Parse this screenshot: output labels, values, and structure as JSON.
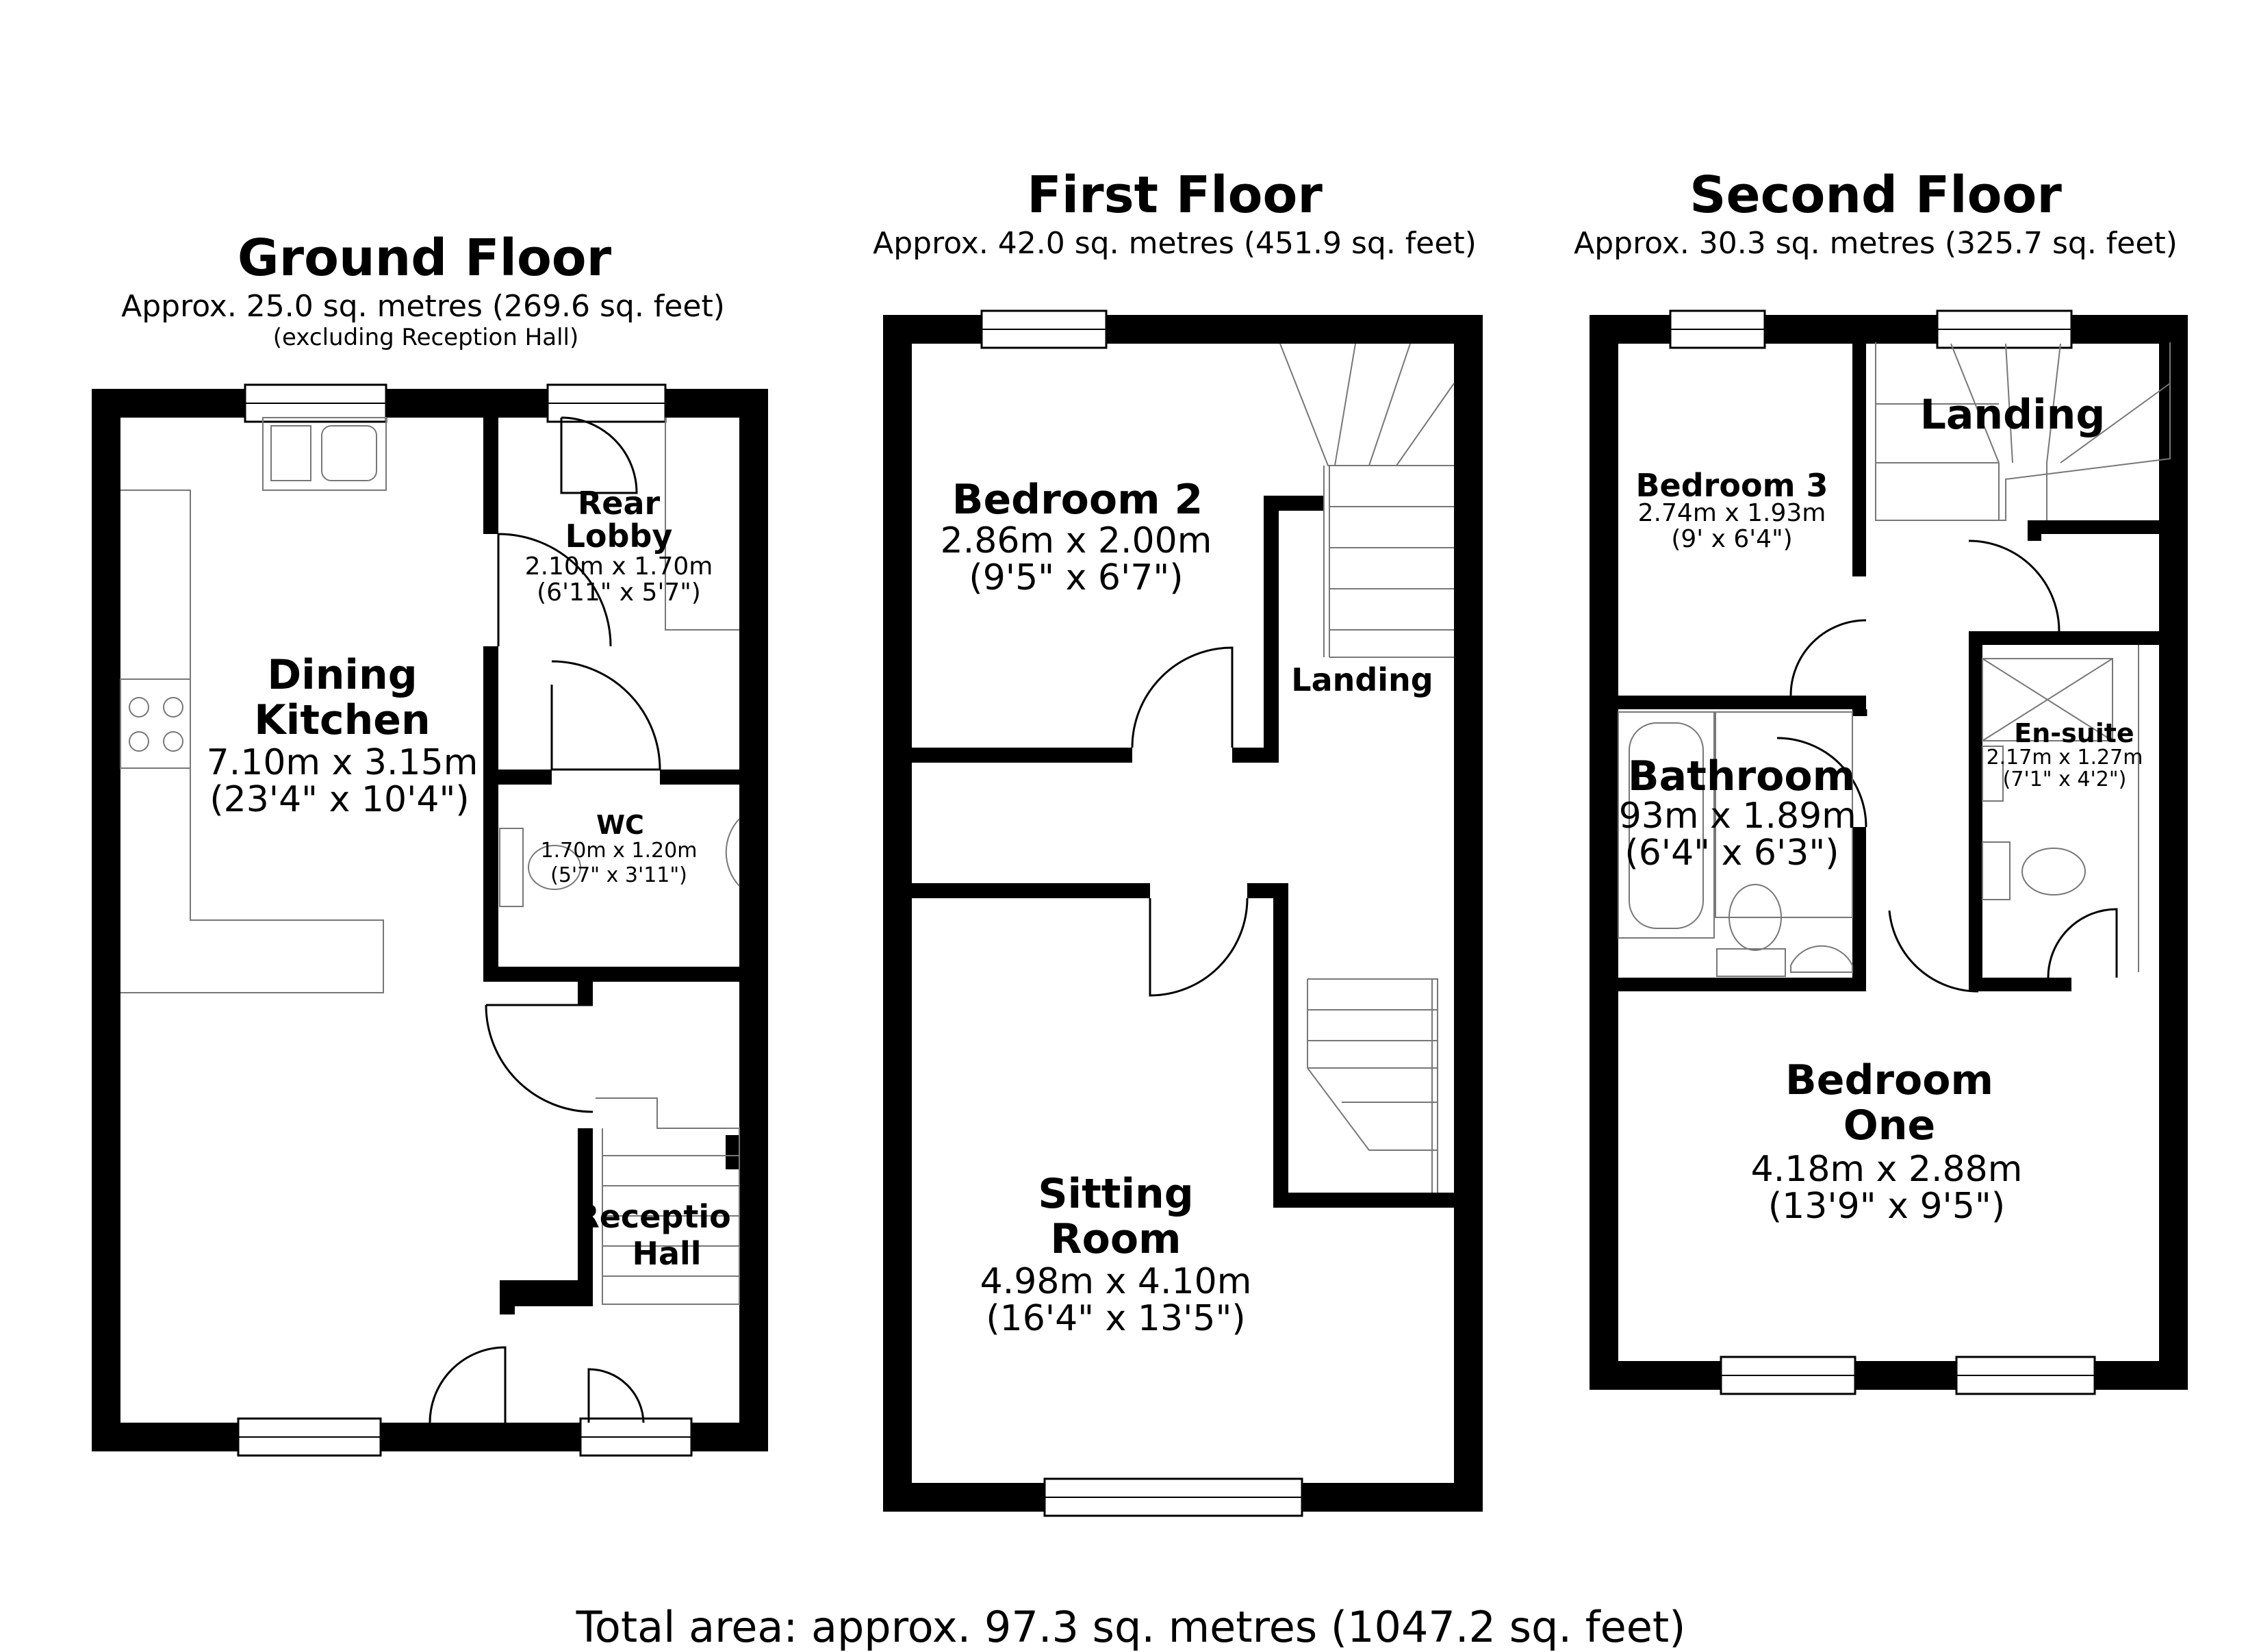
{
  "floors": [
    {
      "title": "Ground Floor",
      "area": "Approx. 25.0 sq. metres (269.6 sq. feet)",
      "note": "(excluding Reception Hall)",
      "rooms": [
        {
          "name_lines": [
            "Dining",
            "Kitchen"
          ],
          "metric": "7.10m x 3.15m",
          "imperial": "(23'4\" x 10'4\")"
        },
        {
          "name_lines": [
            "Rear",
            "Lobby"
          ],
          "metric": "2.10m x 1.70m",
          "imperial": "(6'11\" x 5'7\")"
        },
        {
          "name_lines": [
            "WC"
          ],
          "metric": "1.70m x 1.20m",
          "imperial": "(5'7\" x 3'11\")"
        },
        {
          "name_lines": [
            "Receptio",
            "Hall"
          ],
          "metric": "",
          "imperial": ""
        }
      ]
    },
    {
      "title": "First Floor",
      "area": "Approx. 42.0 sq. metres (451.9 sq. feet)",
      "rooms": [
        {
          "name_lines": [
            "Bedroom 2"
          ],
          "metric": "2.86m x 2.00m",
          "imperial": "(9'5\" x 6'7\")"
        },
        {
          "name_lines": [
            "Landing"
          ],
          "metric": "",
          "imperial": ""
        },
        {
          "name_lines": [
            "Sitting",
            "Room"
          ],
          "metric": "4.98m x 4.10m",
          "imperial": "(16'4\" x 13'5\")"
        }
      ]
    },
    {
      "title": "Second Floor",
      "area": "Approx. 30.3 sq. metres (325.7 sq. feet)",
      "rooms": [
        {
          "name_lines": [
            "Landing"
          ],
          "metric": "",
          "imperial": ""
        },
        {
          "name_lines": [
            "Bedroom 3"
          ],
          "metric": "2.74m x 1.93m",
          "imperial": "(9' x 6'4\")"
        },
        {
          "name_lines": [
            "Bathroom"
          ],
          "metric": ".93m x 1.89m",
          "imperial": "(6'4\" x 6'3\")"
        },
        {
          "name_lines": [
            "En-suite"
          ],
          "metric": "2.17m x 1.27m",
          "imperial": "(7'1\" x 4'2\")"
        },
        {
          "name_lines": [
            "Bedroom",
            "One"
          ],
          "metric": "4.18m x 2.88m",
          "imperial": "(13'9\" x 9'5\")"
        }
      ]
    }
  ],
  "total_area": "Total area: approx. 97.3 sq. metres (1047.2 sq. feet)",
  "colors": {
    "wall": "#000000",
    "fixture": "#777777",
    "background": "#ffffff"
  }
}
